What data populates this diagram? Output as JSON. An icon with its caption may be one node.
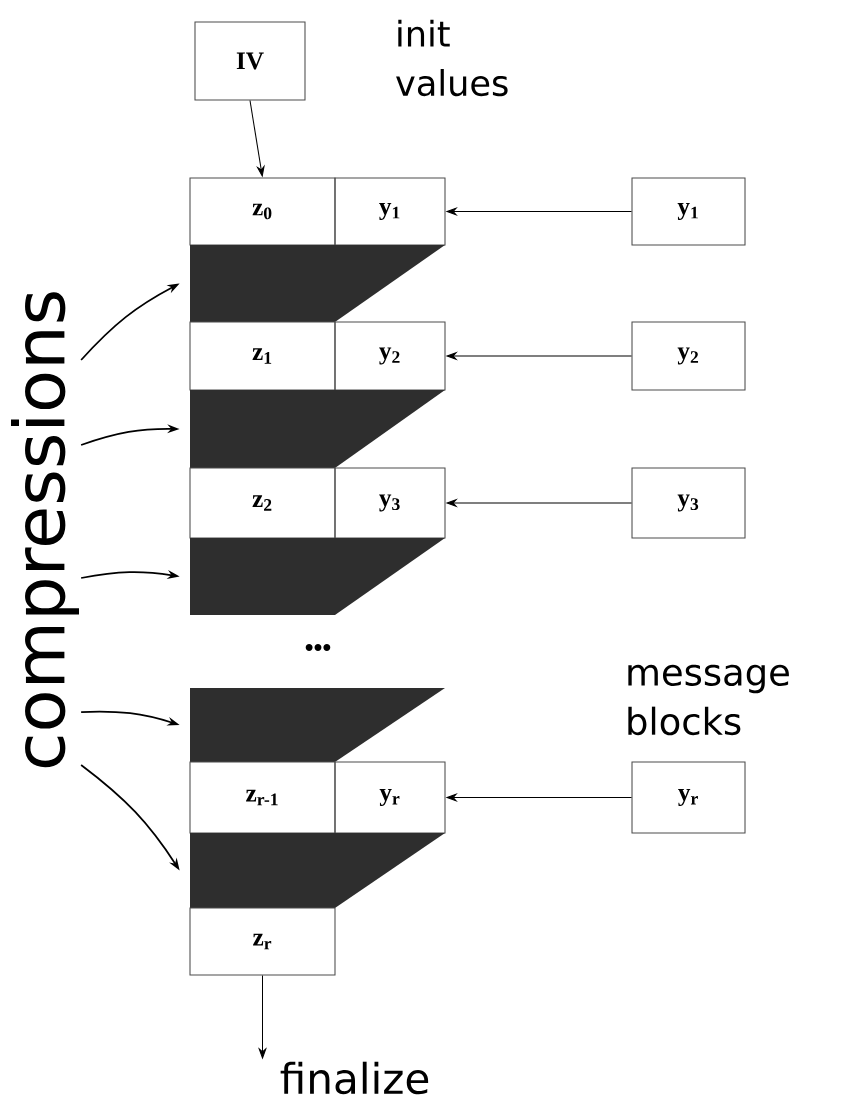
{
  "diagram": {
    "nodes": [
      {
        "text": [
          "IV"
        ],
        "beside": [
          "init values"
        ]
      },
      {
        "text": [
          "z$_{0}$"
        ]
      },
      {
        "text": [
          "y$_{1}$"
        ]
      },
      {
        "text": [
          "y$_{1}$"
        ]
      },
      {
        "text": [],
        "shape": "trapezoid"
      },
      {
        "text": [
          "z$_{1}$"
        ]
      },
      {
        "text": [
          "y$_{2}$"
        ]
      },
      {
        "text": [
          "y$_{2}$"
        ]
      },
      {
        "text": [],
        "shape": "trapezoid"
      },
      {
        "text": [
          "z$_{2}$"
        ]
      },
      {
        "text": [
          "y$_{3}$"
        ]
      },
      {
        "text": [
          "y$_{3}$"
        ]
      },
      {
        "text": [],
        "shape": "trapezoid"
      },
      {
        "text": [],
        "shape": "trapezoid"
      },
      {
        "text": [
          "z$_{r-1}$"
        ]
      },
      {
        "text": [
          "y$_{r}$"
        ]
      },
      {
        "text": [
          "y$_{r}$"
        ]
      },
      {
        "text": [],
        "shape": "trapezoid"
      },
      {
        "text": [
          "z$_{r}$"
        ]
      },
      {
        "text": [
          "compressions"
        ]
      },
      {
        "text": [
          "finalize"
        ]
      }
    ],
    "edges": [
      {
        "from": 0,
        "to": 1,
        "arrow": "to"
      },
      {
        "from": 3,
        "to": 2,
        "arrow": "to"
      },
      {
        "from": 7,
        "to": 6,
        "arrow": "to"
      },
      {
        "from": 11,
        "to": 10,
        "arrow": "to"
      },
      {
        "from": 16,
        "to": 15,
        "arrow": "to"
      },
      {
        "from": 19,
        "to": 4,
        "arrow": "to"
      },
      {
        "from": 19,
        "to": 8,
        "arrow": "to"
      },
      {
        "from": 19,
        "to": 12,
        "arrow": "to"
      },
      {
        "from": 19,
        "to": 13,
        "arrow": "to"
      },
      {
        "from": 19,
        "to": 17,
        "arrow": "to"
      },
      {
        "from": 18,
        "to": 20,
        "arrow": "to"
      }
    ],
    "labels": [
      "•••",
      "message blocks"
    ]
  }
}
